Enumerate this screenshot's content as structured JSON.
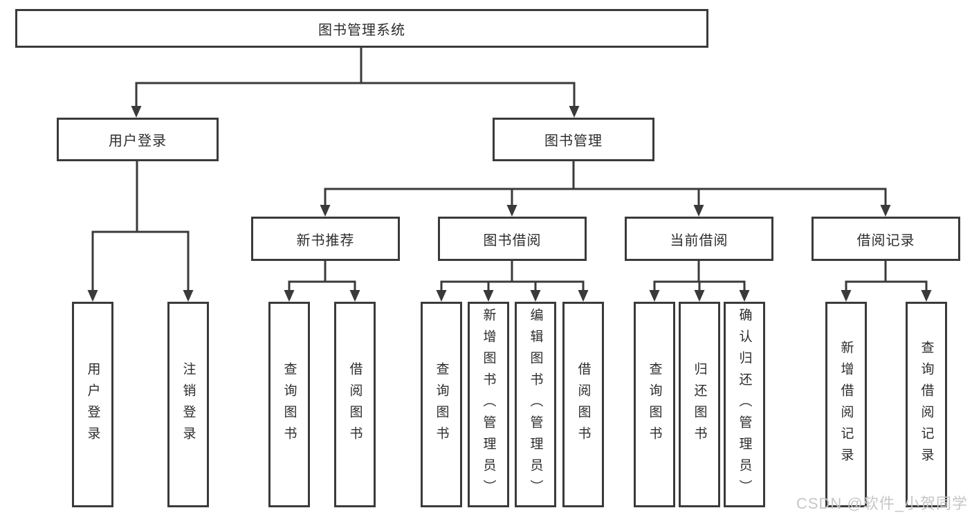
{
  "colors": {
    "line": "#3a3a3a",
    "text": "#2d2d2d",
    "background": "#ffffff",
    "watermark": "#c6c6c6"
  },
  "watermark": "CSDN @软件_小贺同学",
  "tree": {
    "label": "图书管理系统",
    "children": [
      {
        "label": "用户登录",
        "children": [
          {
            "label": "用户登录"
          },
          {
            "label": "注销登录"
          }
        ]
      },
      {
        "label": "图书管理",
        "children": [
          {
            "label": "新书推荐",
            "children": [
              {
                "label": "查询图书"
              },
              {
                "label": "借阅图书"
              }
            ]
          },
          {
            "label": "图书借阅",
            "children": [
              {
                "label": "查询图书"
              },
              {
                "label": "新增图书（管理员）"
              },
              {
                "label": "编辑图书（管理员）"
              },
              {
                "label": "借阅图书"
              }
            ]
          },
          {
            "label": "当前借阅",
            "children": [
              {
                "label": "查询图书"
              },
              {
                "label": "归还图书"
              },
              {
                "label": "确认归还（管理员）"
              }
            ]
          },
          {
            "label": "借阅记录",
            "children": [
              {
                "label": "新增借阅记录"
              },
              {
                "label": "查询借阅记录"
              }
            ]
          }
        ]
      }
    ]
  }
}
